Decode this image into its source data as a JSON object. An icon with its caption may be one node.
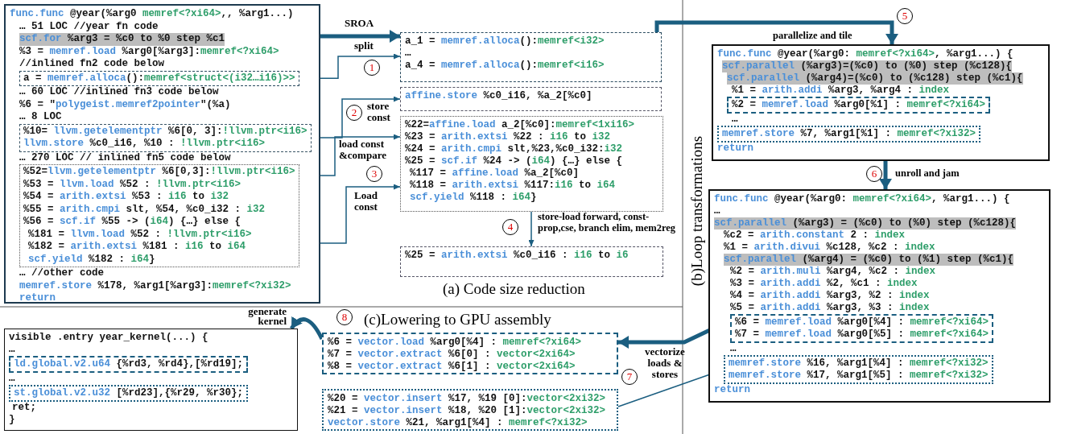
{
  "diagram": {
    "nodes": [
      {
        "text": [
          "func.func @year(%arg0 memref<?xi64>,, %arg1...)",
          "… 51 LOC //year fn code",
          "scf.for %arg3 = %c0 to %0 step %c1",
          "%3 = memref.load %arg0[%arg3]:memref<?xi64>",
          "//inlined fn2 code below",
          "… 60 LOC //inlined fn3 code below",
          "%6 = \"polygeist.memref2pointer\"(%a)",
          "… 8 LOC",
          "… 270 LOC // inlined fn5 code below",
          "… //other code",
          "memref.store %178, %arg1[%arg3]:memref<?xi32>",
          "return"
        ]
      },
      {
        "text": [
          "a = memref.alloca():memref<struct<(i32…i16)>>"
        ],
        "in": 0
      },
      {
        "text": [
          "%10= llvm.getelementptr %6[0, 3]:!llvm.ptr<i16>",
          "llvm.store %c0_i16, %10 : !llvm.ptr<i16>"
        ],
        "in": 0
      },
      {
        "text": [
          "%52=llvm.getelementptr %6[0,3]:!llvm.ptr<i16>",
          "%53 = llvm.load %52 : !llvm.ptr<i16>",
          "%54 = arith.extsi %53 : i16 to i32",
          "%55 = arith.cmpi slt, %54, %c0_i32 : i32",
          "%56 = scf.if %55 -> (i64) {…} else {",
          "%181 = llvm.load %52 : !llvm.ptr<i16>",
          "%182 = arith.extsi %181 : i16 to i64",
          "scf.yield %182 : i64}"
        ],
        "in": 0
      },
      {
        "text": [
          "a_1 = memref.alloca():memref<i32>",
          "…",
          "a_4 = memref.alloca():memref<i16>"
        ]
      },
      {
        "text": [
          "affine.store %c0_i16, %a_2[%c0]"
        ]
      },
      {
        "text": [
          "%22=affine.load a_2[%c0]:memref<1xi16>",
          "%23 = arith.extsi %22 : i16 to i32",
          "%24 = arith.cmpi slt,%23,%c0_i32:i32",
          "%25 = scf.if %24 -> (i64) {…} else {",
          "%117 = affine.load %a_2[%c0]",
          "%118 = arith.extsi %117:i16 to i64",
          "scf.yield %118 : i64}"
        ]
      },
      {
        "text": [
          "%25 = arith.extsi %c0_i16 : i16 to i6"
        ]
      },
      {
        "text": [
          "func.func @year(%arg0: memref<?xi64>, %arg1...) {",
          "scf.parallel (%arg3)=(%c0) to (%0) step (%c128){",
          "scf.parallel (%arg4)=(%c0) to (%c128) step (%c1){",
          "%1 = arith.addi %arg3, %arg4 : index",
          "…",
          "return"
        ]
      },
      {
        "text": [
          "%2 = memref.load %arg0[%1] : memref<?xi64>"
        ],
        "in": 8
      },
      {
        "text": [
          "memref.store %7, %arg1[%1] : memref<?xi32>"
        ],
        "in": 8
      },
      {
        "text": [
          "func.func @year(%arg0: memref<?xi64>, %arg1...) {",
          "…",
          "scf.parallel (%arg3) = (%c0) to (%0) step (%c128){",
          "%c2 = arith.constant 2 : index",
          "%1 = arith.divui %c128, %c2 : index",
          "scf.parallel (%arg4) = (%c0) to (%1) step (%c1){",
          "%2 = arith.muli %arg4, %c2 : index",
          "%3 = arith.addi %2, %c1 : index",
          "%4 = arith.addi %arg3, %2 : index",
          "%5 = arith.addi %arg3, %3 : index",
          "…",
          "return"
        ]
      },
      {
        "text": [
          "%6 = memref.load %arg0[%4] : memref<?xi64>",
          "%7 = memref.load %arg0[%5] : memref<?xi64>"
        ],
        "in": 11
      },
      {
        "text": [
          "memref.store %16, %arg1[%4] : memref<?xi32>",
          "memref.store %17, %arg1[%5] : memref<?xi32>"
        ],
        "in": 11
      },
      {
        "text": [
          "%6 = vector.load %arg0[%4] : memref<?xi64>",
          "%7 = vector.extract %6[0] : vector<2xi64>",
          "%8 = vector.extract %6[1] : vector<2xi64>"
        ]
      },
      {
        "text": [
          "%20 = vector.insert %17, %19 [0]:vector<2xi32>",
          "%21 = vector.insert %18, %20 [1]:vector<2xi32>",
          "vector.store %21, %arg1[%4] : memref<?xi32>"
        ]
      },
      {
        "text": [
          "visible .entry year_kernel(...) {",
          "…",
          "…",
          "ret;",
          "}"
        ]
      },
      {
        "text": [
          "ld.global.v2.u64 {%rd3, %rd4},[%rd19];"
        ],
        "in": 16
      },
      {
        "text": [
          "st.global.v2.u32 [%rd23],{%r29, %r30};"
        ],
        "in": 16
      }
    ],
    "edges": [
      {
        "from": 0,
        "to": 4,
        "arrow": "to",
        "label": "SROA",
        "style": "thick"
      },
      {
        "from": 1,
        "to": 4,
        "arrow": "to",
        "label": "split"
      },
      {
        "from": 2,
        "to": 5,
        "arrow": "to",
        "label": "store const"
      },
      {
        "from": 3,
        "to": 6,
        "arrow": "to",
        "label": "load const &compare"
      },
      {
        "from": 3,
        "to": 6,
        "arrow": "to",
        "label": "Load const"
      },
      {
        "from": 6,
        "to": 7,
        "arrow": "to",
        "label": "store-load forward, const-prop,cse, branch elim, mem2reg"
      },
      {
        "from": 4,
        "to": 8,
        "arrow": "to",
        "label": "parallelize and tile",
        "style": "thick"
      },
      {
        "from": 8,
        "to": 11,
        "arrow": "to",
        "label": "unroll and jam",
        "style": "thick"
      },
      {
        "from": 12,
        "to": 14,
        "arrow": "to",
        "label": "vectorize loads & stores",
        "style": "thick"
      },
      {
        "from": 13,
        "to": 15,
        "arrow": "none"
      },
      {
        "from": 14,
        "to": 16,
        "arrow": "to",
        "label": "generate kernel",
        "style": "thick"
      }
    ],
    "labels": [
      "(a) Code size reduction",
      "(b)Loop transformations",
      "(c)Lowering to GPU assembly",
      "1",
      "2",
      "3",
      "4",
      "5",
      "6",
      "7",
      "8"
    ]
  }
}
